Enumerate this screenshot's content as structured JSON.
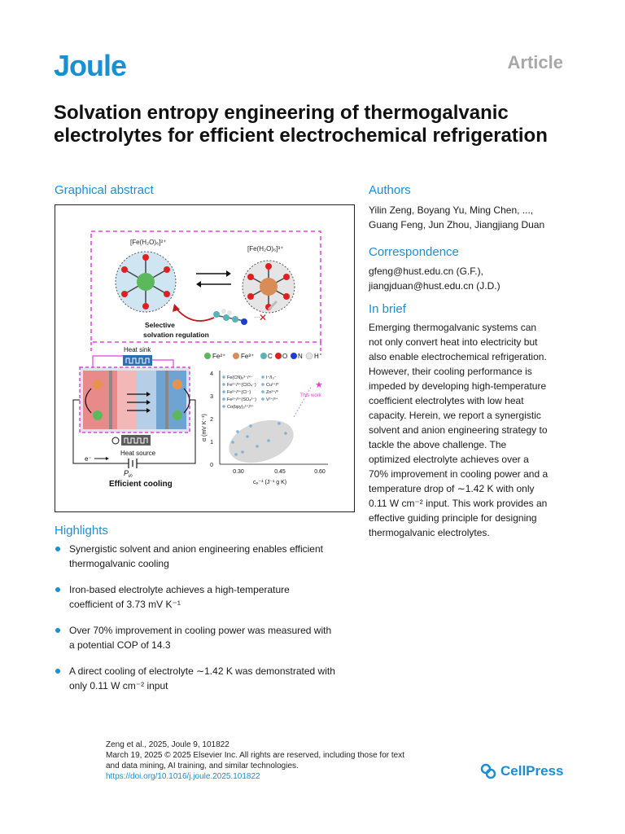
{
  "header": {
    "journal": "Joule",
    "article_type": "Article"
  },
  "title": "Solvation entropy engineering of thermogalvanic electrolytes for efficient electrochemical refrigeration",
  "graphical_abstract": {
    "heading": "Graphical abstract",
    "label_fe2": "[Fe(H₂O)₆]²⁺",
    "label_fe3": "[Fe(H₂O)₆]³⁺",
    "selective": "Selective",
    "solvation_regulation": "solvation  regulation",
    "heat_sink": "Heat sink",
    "heat_source": "Heat source",
    "electron": "e⁻",
    "pin": "P",
    "pin_sub": "in",
    "efficient_cooling": "Efficient cooling",
    "legend": {
      "fe2": "Fe²⁺",
      "fe3": "Fe³⁺",
      "c": "C",
      "o": "O",
      "n": "N",
      "h": "H"
    },
    "plot": {
      "this_work": "This work",
      "series": [
        "Fe(CN)₆³⁻/⁴⁻",
        "Fe²⁺/³⁺(ClO₄⁻)",
        "Fe²⁺/³⁺(Cl⁻)",
        "Fe²⁺/³⁺(SO₄²⁻)",
        "Co(bpy)₃²⁺/³⁺",
        "I⁻/I₃⁻",
        "Cu²⁺/⁰",
        "Zn²⁺/⁰",
        "V²⁺/³⁺"
      ],
      "ylabel": "α (mV K⁻¹)",
      "xlabel": "cₚ⁻¹ (J⁻¹ g K)",
      "yticks": [
        "0",
        "1",
        "2",
        "3",
        "4"
      ],
      "xticks": [
        "0.30",
        "0.45",
        "0.60"
      ]
    }
  },
  "authors": {
    "heading": "Authors",
    "line1": "Yilin Zeng, Boyang Yu, Ming Chen, ...,",
    "line2": "Guang Feng, Jun Zhou, Jiangjiang Duan"
  },
  "correspondence": {
    "heading": "Correspondence",
    "line1": "gfeng@hust.edu.cn (G.F.),",
    "line2": "jiangjduan@hust.edu.cn (J.D.)"
  },
  "in_brief": {
    "heading": "In brief",
    "lines": [
      "Emerging thermogalvanic systems can",
      "not only convert heat into electricity but",
      "also enable electrochemical refrigeration.",
      "However, their cooling performance is",
      "impeded by developing high-temperature",
      "coefficient electrolytes with low heat",
      "capacity. Herein, we report a synergistic",
      "solvent and anion engineering strategy to",
      "tackle the above challenge. The",
      "optimized electrolyte achieves over a",
      "70% improvement in cooling power and a",
      "temperature drop of ∼1.42 K with only",
      "0.11 W cm⁻² input. This work provides an",
      "effective guiding principle for designing",
      "thermogalvanic electrolytes."
    ]
  },
  "highlights": {
    "heading": "Highlights",
    "items": [
      {
        "line1": "Synergistic solvent and anion engineering enables efficient",
        "line2": "thermogalvanic cooling"
      },
      {
        "line1": "Iron-based electrolyte achieves a high-temperature",
        "line2": "coefficient of 3.73 mV K⁻¹"
      },
      {
        "line1": "Over 70% improvement in cooling power was measured with",
        "line2": "a potential COP of 14.3"
      },
      {
        "line1": "A direct cooling of electrolyte ∼1.42 K was demonstrated with",
        "line2": "only 0.11 W cm⁻² input"
      }
    ]
  },
  "footer": {
    "citation": "Zeng et al., 2025, Joule 9, 101822",
    "rights1": "March 19, 2025 © 2025 Elsevier Inc. All rights are reserved, including those for text",
    "rights2": "and data mining, AI training, and similar technologies.",
    "doi": "https://doi.org/10.1016/j.joule.2025.101822",
    "publisher": "CellPress"
  },
  "colors": {
    "accent": "#1a8fd1",
    "magenta": "#e040e0",
    "muted": "#a8a8a8"
  }
}
